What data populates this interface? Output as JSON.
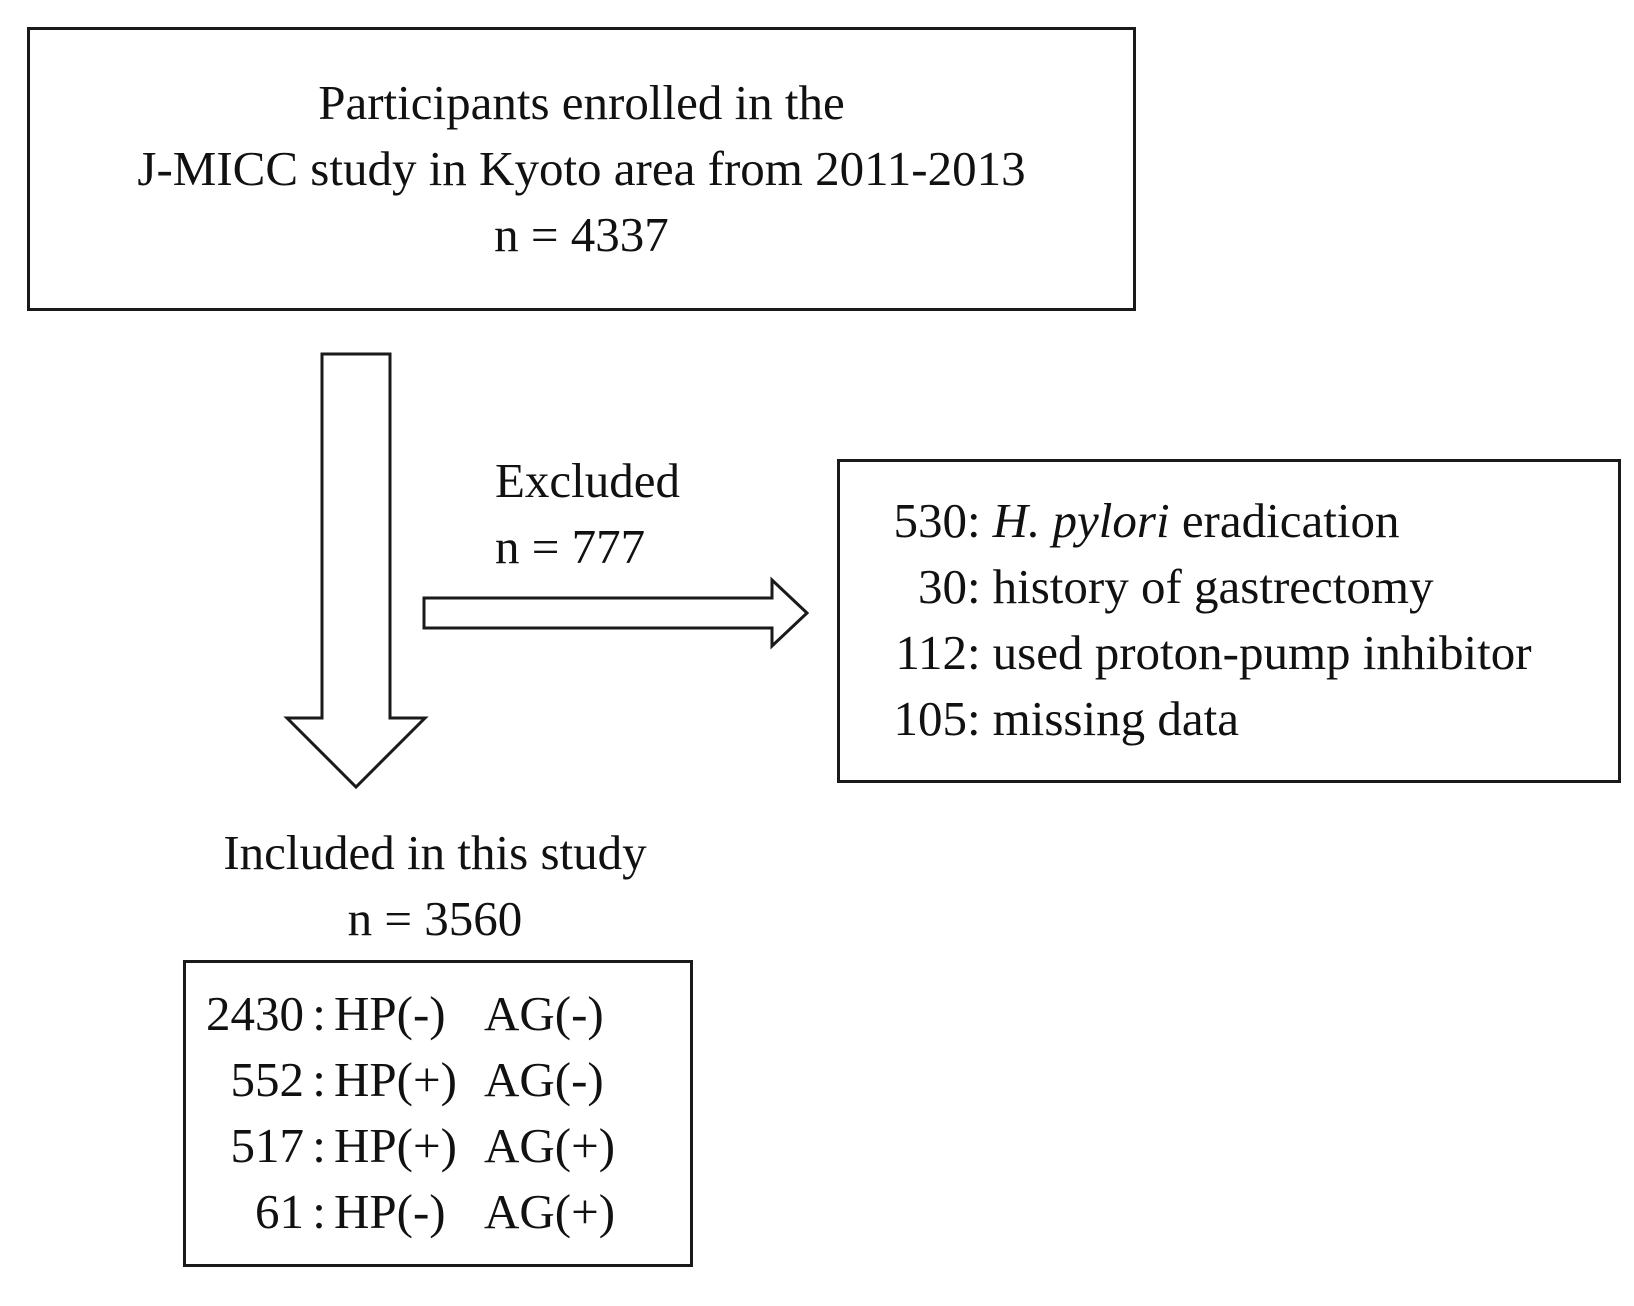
{
  "top_box": {
    "lines": [
      "Participants enrolled in the",
      "J-MICC study in Kyoto area from 2011-2013",
      "n = 4337"
    ]
  },
  "excluded": {
    "label": "Excluded",
    "count": "n = 777",
    "reasons": [
      {
        "count": "530",
        "text_italic": "H. pylori",
        "text": " eradication"
      },
      {
        "count": "30",
        "text_italic": "",
        "text": "history of gastrectomy"
      },
      {
        "count": "112",
        "text_italic": "",
        "text": "used proton-pump inhibitor"
      },
      {
        "count": "105",
        "text_italic": "",
        "text": "missing data"
      }
    ]
  },
  "included": {
    "label": "Included in this study",
    "count": "n = 3560",
    "groups": [
      {
        "count": "2430",
        "hp": "HP(-)",
        "ag": "AG(-)"
      },
      {
        "count": "552",
        "hp": "HP(+)",
        "ag": "AG(-)"
      },
      {
        "count": "517",
        "hp": "HP(+)",
        "ag": "AG(+)"
      },
      {
        "count": "61",
        "hp": "HP(-)",
        "ag": "AG(+)"
      }
    ]
  },
  "colon": ":"
}
